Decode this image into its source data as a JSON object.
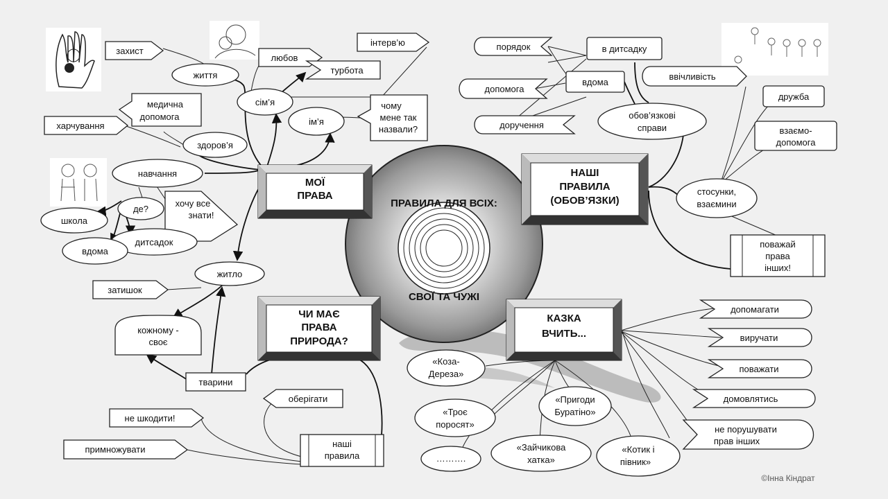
{
  "center": {
    "top": "ПРАВИЛА ДЛЯ  ВСІХ:",
    "bottom": "СВОЇ ТА ЧУЖІ"
  },
  "blocks": {
    "my_rights": [
      "МОЇ",
      "ПРАВА"
    ],
    "our_rules": [
      "НАШІ",
      "ПРАВИЛА",
      "(ОБОВ’ЯЗКИ)"
    ],
    "nature": [
      "ЧИ МАЄ",
      "ПРАВА",
      "ПРИРОДА?"
    ],
    "tale": [
      "КАЗКА",
      "ВЧИТЬ..."
    ]
  },
  "rights": {
    "life": "життя",
    "protection": "захист",
    "family": "сім’я",
    "love": "любов",
    "care": "турбота",
    "name": "ім’я",
    "interview": "інтерв’ю",
    "why_named": [
      "чому",
      "мене так",
      "назвали?"
    ],
    "health": "здоров’я",
    "medical": [
      "медична",
      "допомога"
    ],
    "nutrition": "харчування",
    "education": "навчання",
    "where": "де?",
    "want_know": [
      "хочу все",
      "знати!"
    ],
    "school": "школа",
    "kindergarten": "дитсадок",
    "home": "вдома",
    "housing": "житло",
    "comfort": "затишок",
    "each_own": [
      "кожному -",
      "своє"
    ]
  },
  "duties": {
    "order": "порядок",
    "in_kg": "в дитсадку",
    "help": "допомога",
    "at_home": "вдома",
    "errands": "доручення",
    "duty_tasks": [
      "обов’язкові",
      "справи"
    ],
    "politeness": "ввічливість",
    "friendship": "дружба",
    "mutual_help": [
      "взаємо-",
      "допомога"
    ],
    "relations": [
      "стосунки,",
      "взаємини"
    ],
    "respect_rights": [
      "поважай",
      "права",
      "інших!"
    ]
  },
  "nature": {
    "animals": "тварини",
    "preserve": "оберігати",
    "no_harm": "не шкодити!",
    "multiply": "примножувати",
    "our_rules": [
      "наші",
      "правила"
    ]
  },
  "tales": {
    "goat": [
      "«Коза-",
      "Дереза»"
    ],
    "pigs": [
      "«Троє",
      "поросят»"
    ],
    "dots": "……….",
    "hare": [
      "«Зайчикова",
      "хатка»"
    ],
    "pinocchio": [
      "«Пригоди",
      "Буратіно»"
    ],
    "cat": [
      "«Котик і",
      "півник»"
    ]
  },
  "lessons": {
    "help": "допомагати",
    "rescue": "виручати",
    "respect": "поважати",
    "agree": "домовлятись",
    "not_violate": [
      "не порушувати",
      "прав інших"
    ]
  },
  "copyright": "©Інна Кіндрат"
}
